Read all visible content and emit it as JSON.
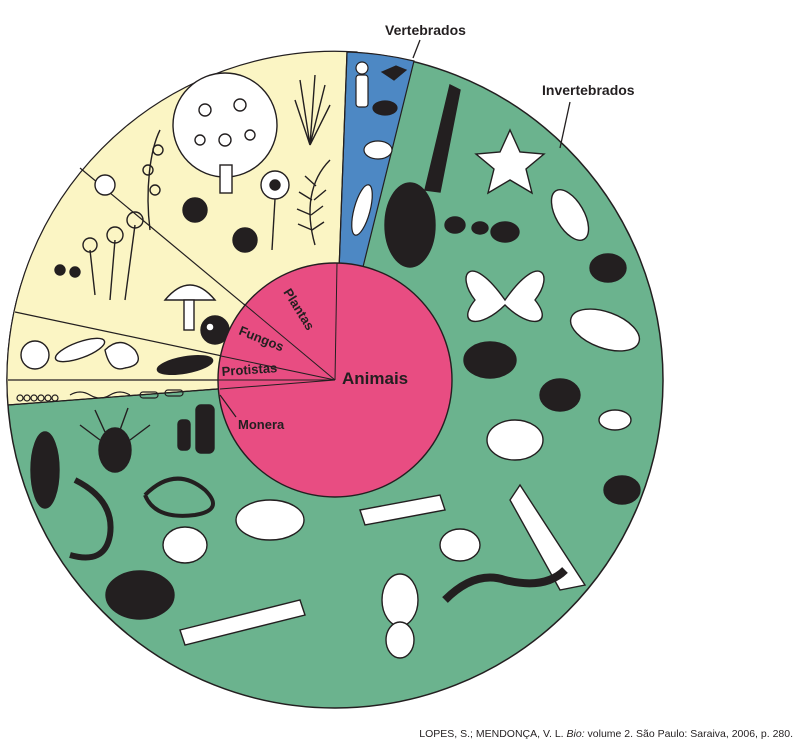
{
  "labels": {
    "animais": "Animais",
    "plantas": "Plantas",
    "fungos": "Fungos",
    "protistas": "Protistas",
    "monera": "Monera",
    "vertebrados": "Vertebrados",
    "invertebrados": "Invertebrados"
  },
  "citation": {
    "authors": "LOPES, S.; MENDONÇA, V. L.",
    "title": "Bio:",
    "rest": "volume 2. São Paulo: Saraiva, 2006, p. 280."
  },
  "colors": {
    "animal_ring": "#6bb38e",
    "plant_fungi_protist": "#fbf5c4",
    "vertebrate_sector": "#4d88c4",
    "center_circle": "#e84d82",
    "outline": "#231f20"
  },
  "icons": [
    "tree-icon",
    "palm-icon",
    "fern-icon",
    "flower-icon",
    "mushroom-icon",
    "mold-icon",
    "amoeba-icon",
    "paramecium-icon",
    "bacteria-icon",
    "human-icon",
    "bird-icon",
    "fish-icon",
    "frog-icon",
    "mouse-icon",
    "butterfly-icon",
    "starfish-icon",
    "ant-icon",
    "beetle-icon",
    "fly-icon",
    "grasshopper-icon",
    "spider-icon",
    "lobster-icon",
    "crab-icon",
    "snail-icon",
    "clam-icon",
    "worm-icon",
    "centipede-icon",
    "jellyfish-icon",
    "sea-anemone-icon",
    "planarian-icon",
    "sponge-icon",
    "cockroach-icon",
    "bug-icon"
  ]
}
